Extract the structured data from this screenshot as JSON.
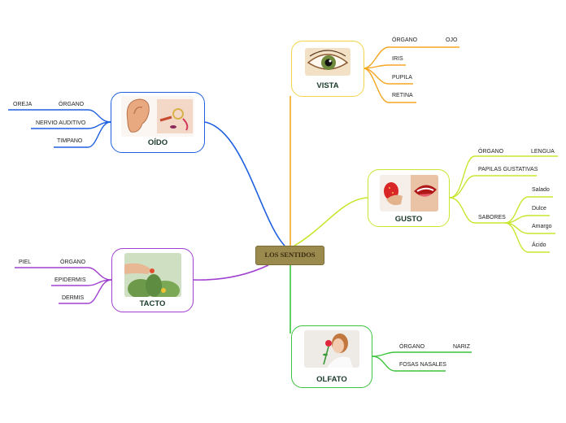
{
  "center": {
    "label": "LOS SENTIDOS"
  },
  "colors": {
    "vista": "#f5a623",
    "vista_border": "#f2d44a",
    "gusto": "#c8e62e",
    "olfato": "#3cc43c",
    "tacto": "#a040d0",
    "oido": "#1e5fe0"
  },
  "vista": {
    "title": "VISTA",
    "image": "eye-illustration",
    "organo": "ÓRGANO",
    "organo_value": "OJO",
    "parts": [
      "IRIS",
      "PUPILA",
      "RETINA"
    ]
  },
  "gusto": {
    "title": "GUSTO",
    "image": "mouth-with-strawberry",
    "organo": "ÓRGANO",
    "organo_value": "LENGUA",
    "papilas": "PAPILAS GUSTATIVAS",
    "sabores": "SABORES",
    "sabores_list": [
      "Salado",
      "Dulce",
      "Amargo",
      "Ácido"
    ]
  },
  "olfato": {
    "title": "OLFATO",
    "image": "woman-smelling-flower",
    "organo": "ÓRGANO",
    "organo_value": "NARIZ",
    "fosas": "FOSAS NASALES"
  },
  "tacto": {
    "title": "TACTO",
    "image": "hand-touching-cactus",
    "organo": "ÓRGANO",
    "organo_value": "PIEL",
    "parts": [
      "EPIDERMIS",
      "DERMIS"
    ]
  },
  "oido": {
    "title": "OÍDO",
    "image": "ear-anatomy",
    "organo": "ÓRGANO",
    "organo_value": "OREJA",
    "parts": [
      "NERVIO AUDITIVO",
      "TIMPANO"
    ]
  }
}
